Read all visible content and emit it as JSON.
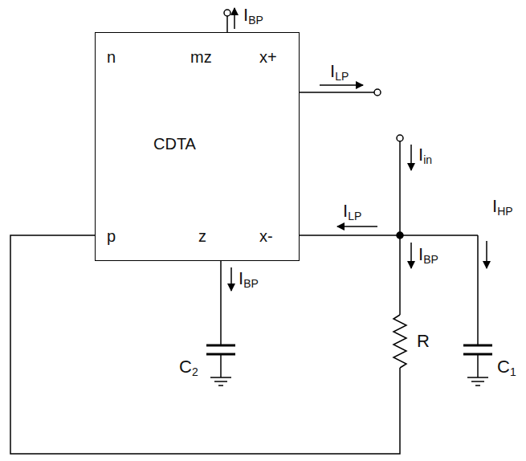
{
  "diagram": {
    "nodes": [
      {
        "text": [
          "n",
          "mz",
          "x+",
          "CDTA",
          "p",
          "z",
          "x-"
        ]
      }
    ],
    "labels": [
      "IBP",
      "ILP",
      "ILP",
      "Iin",
      "IBP",
      "IBP",
      "IHP",
      "C2",
      "R",
      "C1"
    ]
  }
}
